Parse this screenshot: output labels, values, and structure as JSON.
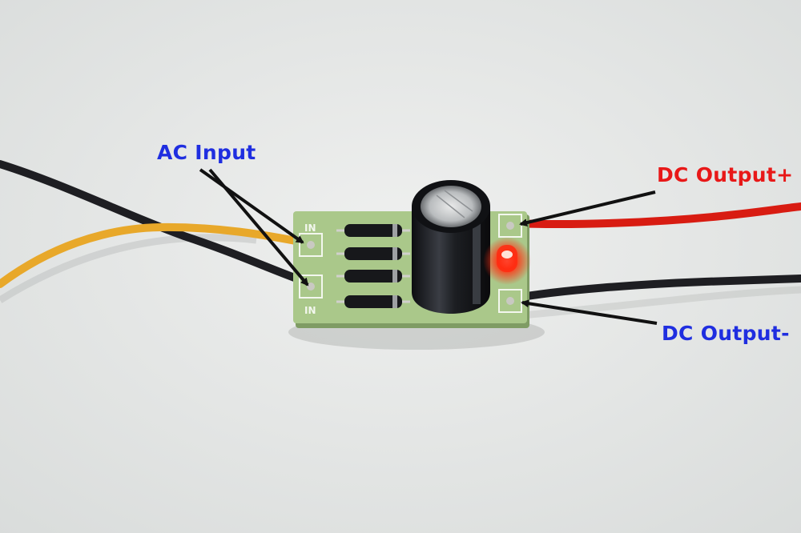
{
  "labels": {
    "ac_input": "AC Input",
    "dc_output_plus": "DC Output+",
    "dc_output_minus": "DC Output-"
  },
  "board": {
    "pad_label_top": "IN",
    "pad_label_bottom": "IN",
    "led_state": "on"
  },
  "colors": {
    "ac_label": "#1f2ee0",
    "dc_plus_label": "#e81818",
    "dc_minus_label": "#1f2ee0",
    "pcb": "#aac88a",
    "led": "#ff2a10",
    "wire_red": "#d81c12",
    "wire_black": "#1e1e22",
    "wire_yellow": "#e8a82a"
  },
  "icons": {
    "capacitor": "electrolytic-capacitor-icon",
    "diode": "rectifier-diode-icon",
    "led": "led-icon"
  }
}
